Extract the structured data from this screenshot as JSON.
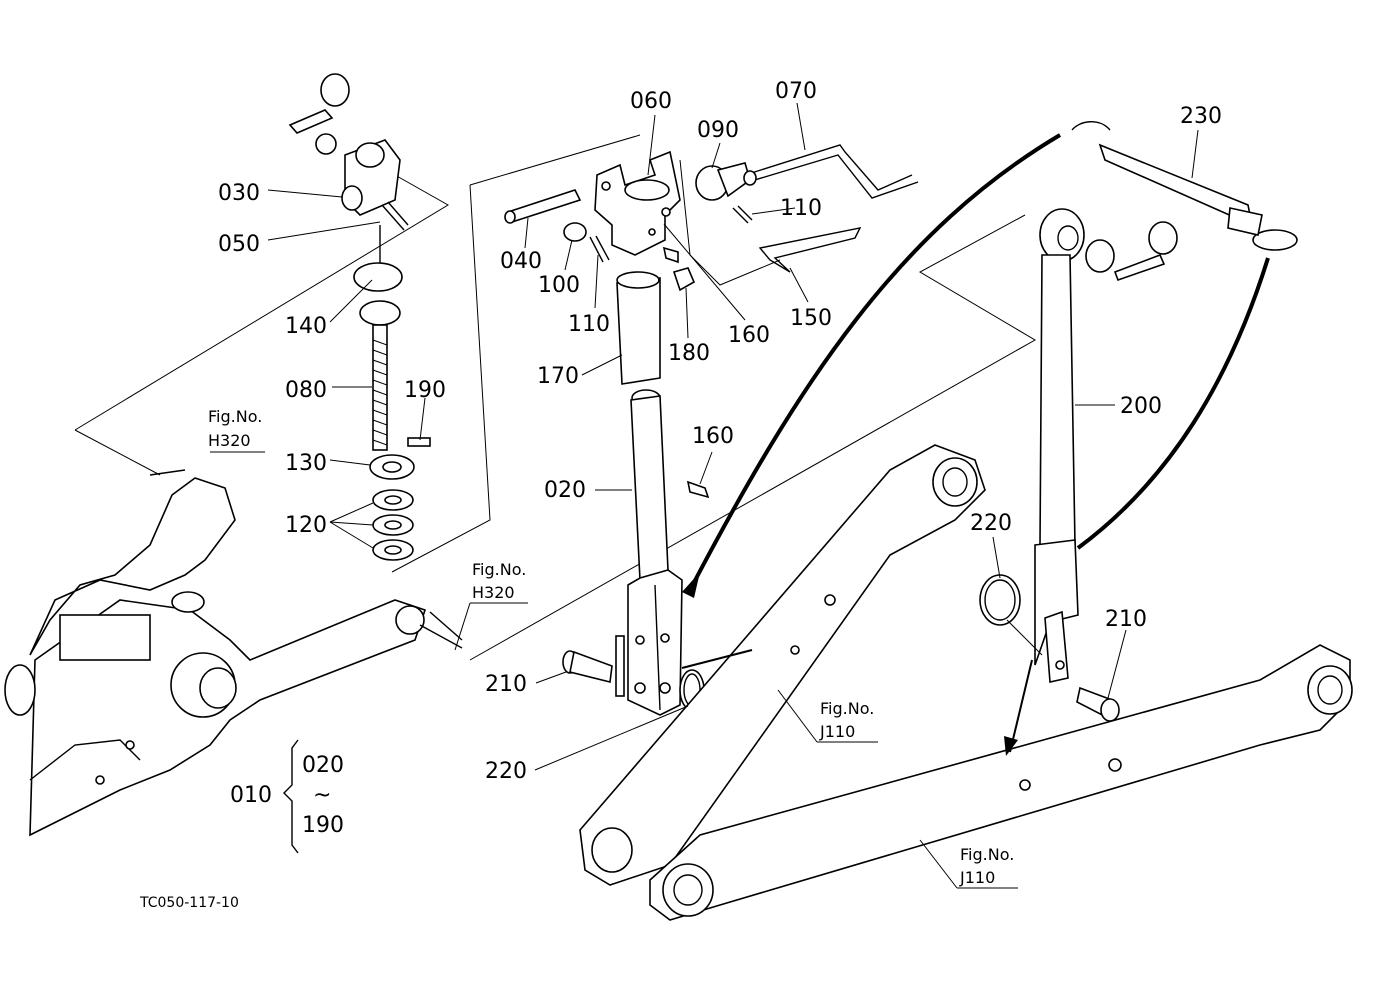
{
  "drawing_code": "TC050-117-10",
  "parts": [
    {
      "id": "p030",
      "text": "030"
    },
    {
      "id": "p050",
      "text": "050"
    },
    {
      "id": "p140",
      "text": "140"
    },
    {
      "id": "p080",
      "text": "080"
    },
    {
      "id": "p190",
      "text": "190"
    },
    {
      "id": "p130",
      "text": "130"
    },
    {
      "id": "p120",
      "text": "120"
    },
    {
      "id": "p060",
      "text": "060"
    },
    {
      "id": "p070",
      "text": "070"
    },
    {
      "id": "p090",
      "text": "090"
    },
    {
      "id": "p110a",
      "text": "110"
    },
    {
      "id": "p040",
      "text": "040"
    },
    {
      "id": "p100",
      "text": "100"
    },
    {
      "id": "p110b",
      "text": "110"
    },
    {
      "id": "p160a",
      "text": "160"
    },
    {
      "id": "p150",
      "text": "150"
    },
    {
      "id": "p180",
      "text": "180"
    },
    {
      "id": "p170",
      "text": "170"
    },
    {
      "id": "p160b",
      "text": "160"
    },
    {
      "id": "p020",
      "text": "020"
    },
    {
      "id": "p210a",
      "text": "210"
    },
    {
      "id": "p220a",
      "text": "220"
    },
    {
      "id": "p230",
      "text": "230"
    },
    {
      "id": "p200",
      "text": "200"
    },
    {
      "id": "p220b",
      "text": "220"
    },
    {
      "id": "p210b",
      "text": "210"
    }
  ],
  "assembly": {
    "main": "010",
    "from": "020",
    "tilde": "~",
    "to": "190"
  },
  "fig_refs": [
    {
      "id": "fig1",
      "title": "Fig.No.",
      "code": "H320"
    },
    {
      "id": "fig2",
      "title": "Fig.No.",
      "code": "H320"
    },
    {
      "id": "fig3",
      "title": "Fig.No.",
      "code": "J110"
    },
    {
      "id": "fig4",
      "title": "Fig.No.",
      "code": "J110"
    }
  ]
}
